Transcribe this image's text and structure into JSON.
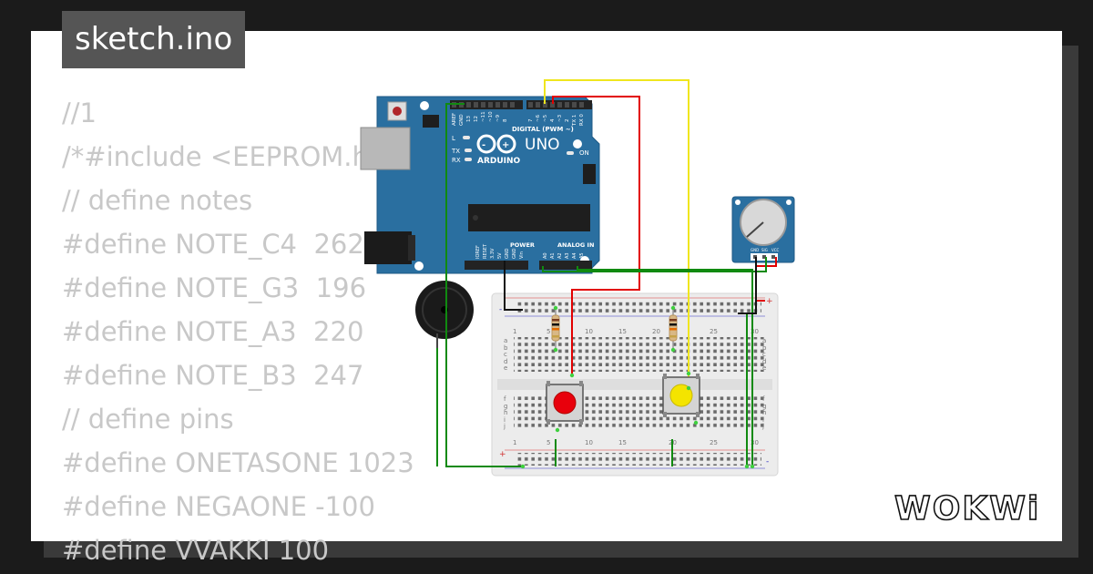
{
  "header": {
    "filename": "sketch.ino"
  },
  "code": {
    "lines": [
      "//1",
      "/*#include <EEPROM.h>",
      "// define notes",
      "#define NOTE_C4  262",
      "#define NOTE_G3  196",
      "#define NOTE_A3  220",
      "#define NOTE_B3  247",
      "// define pins",
      "#define ONETASONE 1023",
      "#define NEGAONE -100",
      "#define VVAKKI 100"
    ]
  },
  "arduino": {
    "aref": "AREF",
    "gnd": "GND",
    "pins_top": [
      "13",
      "12",
      "~11",
      "~10",
      "~9",
      "8",
      "7",
      "~6",
      "~5",
      "4",
      "~3",
      "2",
      "TX 1",
      "RX 0"
    ],
    "digital_label": "DIGITAL (PWM ~)",
    "l_label": "L",
    "tx_label": "TX",
    "rx_label": "RX",
    "uno": "UNO",
    "brand": "ARDUINO",
    "on_label": "ON",
    "power_label": "POWER",
    "analog_label": "ANALOG IN",
    "pins_bottom": [
      "IOREF",
      "RESET",
      "3.3V",
      "5V",
      "GND",
      "GND",
      "Vin",
      "A0",
      "A1",
      "A2",
      "A3",
      "A4",
      "A5"
    ]
  },
  "breadboard": {
    "col_numbers": [
      "1",
      "5",
      "10",
      "15",
      "20",
      "25",
      "30"
    ],
    "rows_top": [
      "a",
      "b",
      "c",
      "d",
      "e"
    ],
    "rows_bottom": [
      "f",
      "g",
      "h",
      "i",
      "j"
    ],
    "plus": "+",
    "minus": "-"
  },
  "potentiometer": {
    "pins": [
      "GND",
      "SIG",
      "VCC"
    ]
  },
  "buttons": {
    "red_color": "#e8000c",
    "yellow_color": "#f4e400"
  },
  "wires": {
    "red": "#e20000",
    "green": "#108a10",
    "black": "#111111",
    "yellow": "#f0e61e"
  },
  "board_color": "#2a6fa0",
  "brand": {
    "logo_text": "WOKWi"
  }
}
